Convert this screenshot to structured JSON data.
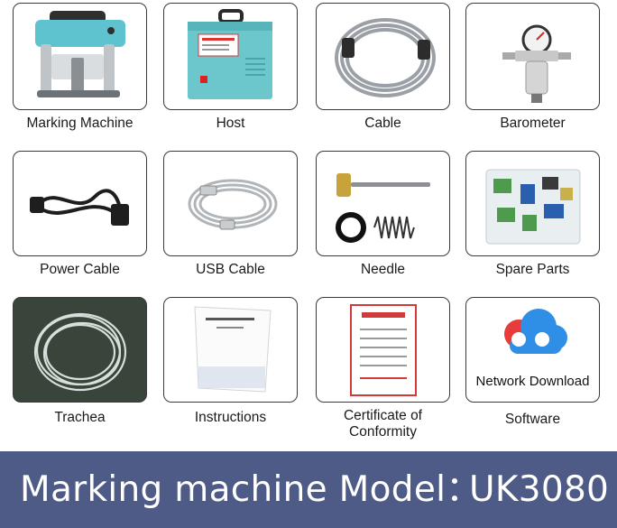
{
  "items": [
    {
      "label": "Marking Machine"
    },
    {
      "label": "Host"
    },
    {
      "label": "Cable"
    },
    {
      "label": "Barometer"
    },
    {
      "label": "Power Cable"
    },
    {
      "label": "USB Cable"
    },
    {
      "label": "Needle"
    },
    {
      "label": "Spare Parts"
    },
    {
      "label": "Trachea"
    },
    {
      "label": "Instructions"
    },
    {
      "label": "Certificate of\nConformity"
    },
    {
      "label": "Software"
    }
  ],
  "software_box_text": "Network Download",
  "banner": {
    "prefix": "Marking machine Model：",
    "model": "UK3080"
  },
  "colors": {
    "banner_bg": "#4d5b86",
    "machine_teal": "#5fc3cf",
    "host_teal": "#6cc7cc"
  }
}
